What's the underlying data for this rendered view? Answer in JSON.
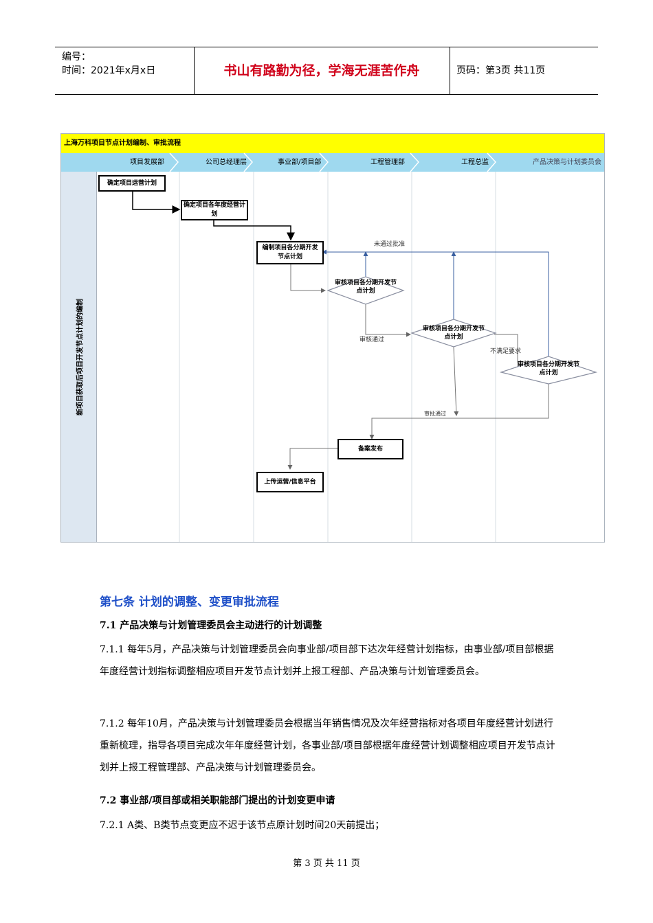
{
  "header": {
    "number_label": "编号：",
    "time_label": "时间：2021年x月x日",
    "motto": "书山有路勤为径，学海无涯苦作舟",
    "page_label": "页码：第3页  共11页"
  },
  "flowchart": {
    "title": "上海万科项目节点计划编制、审批流程",
    "lanes": [
      "项目发展部",
      "公司总经理层",
      "事业部/项目部",
      "工程管理部",
      "工程总监",
      "产品决策与计划委员会"
    ],
    "vertical_label": "新项目获取后项目开发节点计划的编制",
    "nodes": {
      "n1": "确定项目运营计划",
      "n2": "确定项目各年度经营计划",
      "n3": "编制项目各分期开发节点计划",
      "d1": "审核项目各分期开发节点计划",
      "d2": "审核项目各分期开发节点计划",
      "d3": "审核项目各分期开发节点计划",
      "n4": "备案发布",
      "n5": "上传运营/信息平台"
    },
    "labels": {
      "reject": "未通过批准",
      "pass1": "审核通过",
      "not_meet": "不满足要求",
      "approve": "审批通过"
    }
  },
  "body": {
    "section_title": "第七条  计划的调整、变更审批流程",
    "s71_title": "7.1 产品决策与计划管理委员会主动进行的计划调整",
    "p711": "7.1.1 每年5月，产品决策与计划管理委员会向事业部/项目部下达次年经营计划指标，由事业部/项目部根据年度经营计划指标调整相应项目开发节点计划并上报工程部、产品决策与计划管理委员会。",
    "p712": "7.1.2  每年10月，产品决策与计划管理委员会根据当年销售情况及次年经营指标对各项目年度经营计划进行重新梳理，指导各项目完成次年年度经营计划，各事业部/项目部根据年度经营计划调整相应项目开发节点计划并上报工程管理部、产品决策与计划管理委员会。",
    "s72_title": "7.2 事业部/项目部或相关职能部门提出的计划变更申请",
    "p721": "7.2.1  A类、B类节点变更应不迟于该节点原计划时间20天前提出；"
  },
  "footer": {
    "text": "第 3 页 共 11 页"
  }
}
